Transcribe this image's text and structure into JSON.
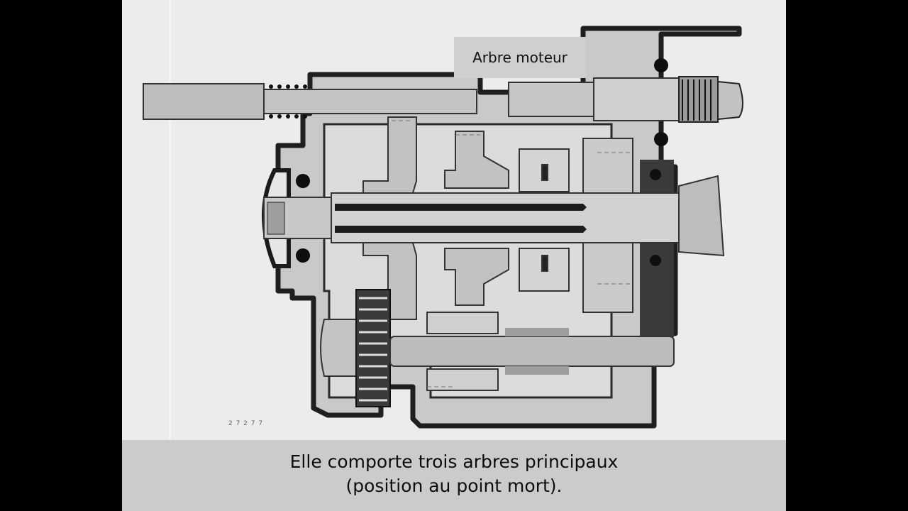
{
  "slide": {
    "label_callout": "Arbre moteur",
    "caption_line1": "Elle comporte trois arbres principaux",
    "caption_line2": "(position au point mort).",
    "small_mark": "2 7 2 7 7"
  },
  "colors": {
    "paper": "#ececea",
    "dark_metal": "#2a2a2a",
    "mid_metal": "#b5b5b3",
    "light_metal": "#d6d6d4",
    "caption_band": "#cbcbc9"
  }
}
